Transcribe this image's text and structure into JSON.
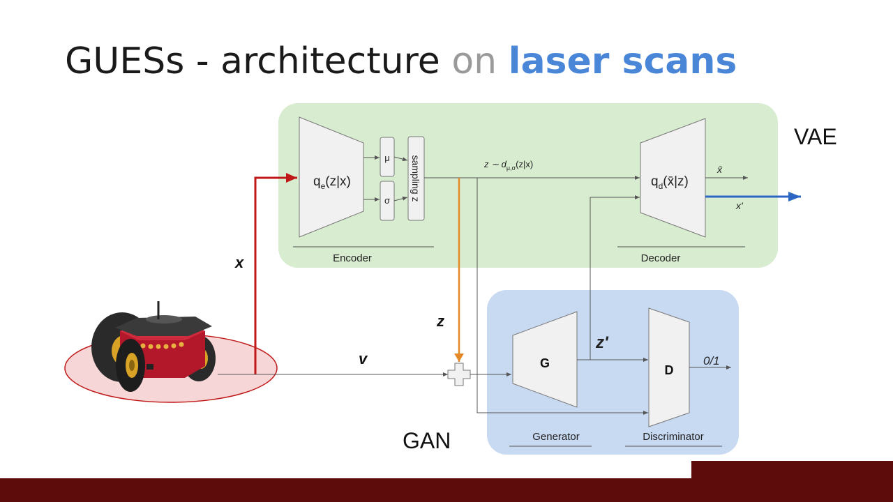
{
  "title": {
    "part1": "GUESs - architecture ",
    "part2": "on ",
    "part3": "laser scans"
  },
  "labels": {
    "vae": "VAE",
    "gan": "GAN"
  },
  "diagram": {
    "encoder": {
      "q_base": "q",
      "q_sub": "e",
      "q_arg": "(z|x)",
      "mu": "μ",
      "sigma": "σ",
      "sampling": "sampling z",
      "caption": "Encoder"
    },
    "latent": {
      "base": "z ∼ d",
      "sub": "μ,σ",
      "arg": "(z|x)"
    },
    "decoder": {
      "q_base": "q",
      "q_sub": "d",
      "q_arg": "(x̄|z)",
      "out_xbar": "x̄",
      "out_xprime": "x'",
      "caption": "Decoder"
    },
    "gan": {
      "generator": "G",
      "discriminator": "D",
      "out": "0/1",
      "zprime": "z'",
      "generator_caption": "Generator",
      "discriminator_caption": "Discriminator"
    },
    "arrows": {
      "x": "x",
      "z": "z",
      "v": "v"
    }
  },
  "colors": {
    "vae_box": "#d8ecd0",
    "gan_box": "#c8d9f2",
    "x_arrow": "#c01818",
    "z_arrow": "#e28a2a",
    "xprime_arrow": "#2b66c4",
    "bottom_bar": "#5e0b0b",
    "title_accent": "#4a86d8"
  }
}
